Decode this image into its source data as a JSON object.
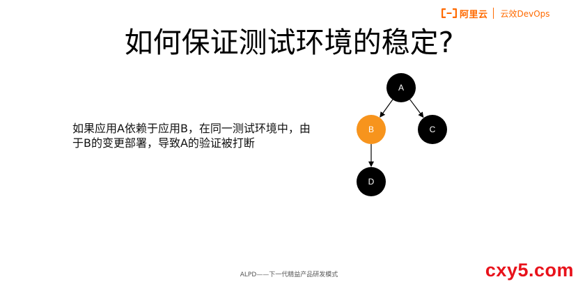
{
  "brand": {
    "logo_icon": "aliyun-bracket-icon",
    "name": "阿里云",
    "product": "云效DevOps",
    "color": "#ff6a00"
  },
  "slide": {
    "title": "如何保证测试环境的稳定?",
    "body": "如果应用A依赖于应用B，在同一测试环境中，由于B的变更部署，导致A的验证被打断",
    "footer": "ALPD——下一代精益产品研发模式"
  },
  "diagram": {
    "nodes": [
      {
        "id": "A",
        "label": "A",
        "color": "#000000"
      },
      {
        "id": "B",
        "label": "B",
        "color": "#f7941d"
      },
      {
        "id": "C",
        "label": "C",
        "color": "#000000"
      },
      {
        "id": "D",
        "label": "D",
        "color": "#000000"
      }
    ],
    "edges": [
      {
        "from": "A",
        "to": "B"
      },
      {
        "from": "A",
        "to": "C"
      },
      {
        "from": "B",
        "to": "D"
      }
    ]
  },
  "watermark": "cxy5.com"
}
